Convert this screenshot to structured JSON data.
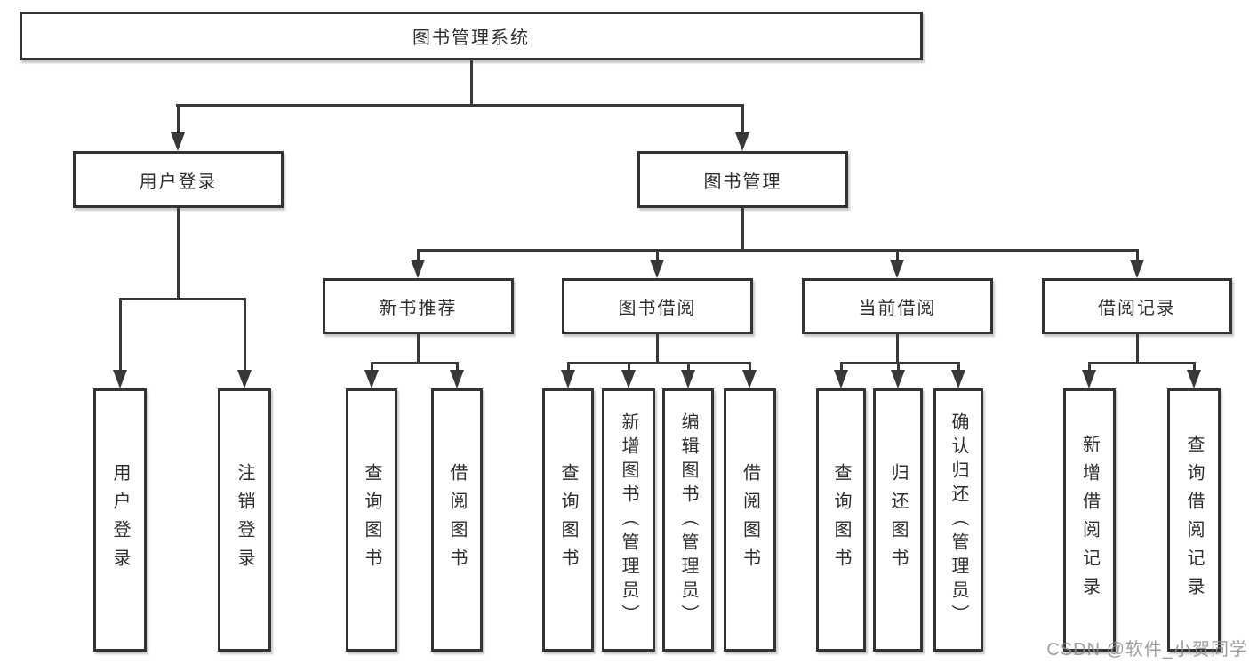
{
  "diagram_type": "functional-structure-tree",
  "tree": {
    "root": {
      "label": "图书管理系统",
      "children": [
        {
          "label": "用户登录",
          "children": [
            {
              "label": "用户登录"
            },
            {
              "label": "注销登录"
            }
          ]
        },
        {
          "label": "图书管理",
          "children": [
            {
              "label": "新书推荐",
              "children": [
                {
                  "label": "查询图书"
                },
                {
                  "label": "借阅图书"
                }
              ]
            },
            {
              "label": "图书借阅",
              "children": [
                {
                  "label": "查询图书"
                },
                {
                  "label": "新增图书（管理员）"
                },
                {
                  "label": "编辑图书（管理员）"
                },
                {
                  "label": "借阅图书"
                }
              ]
            },
            {
              "label": "当前借阅",
              "children": [
                {
                  "label": "查询图书"
                },
                {
                  "label": "归还图书"
                },
                {
                  "label": "确认归还（管理员）"
                }
              ]
            },
            {
              "label": "借阅记录",
              "children": [
                {
                  "label": "新增借阅记录"
                },
                {
                  "label": "查询借阅记录"
                }
              ]
            }
          ]
        }
      ]
    }
  },
  "watermark": {
    "text": "CSDN @软件_小贺同学"
  },
  "colors": {
    "background": "#ffffff",
    "line": "#383838",
    "box_border": "#333333",
    "text": "#2f2f2f",
    "watermark": "#948f8e"
  }
}
